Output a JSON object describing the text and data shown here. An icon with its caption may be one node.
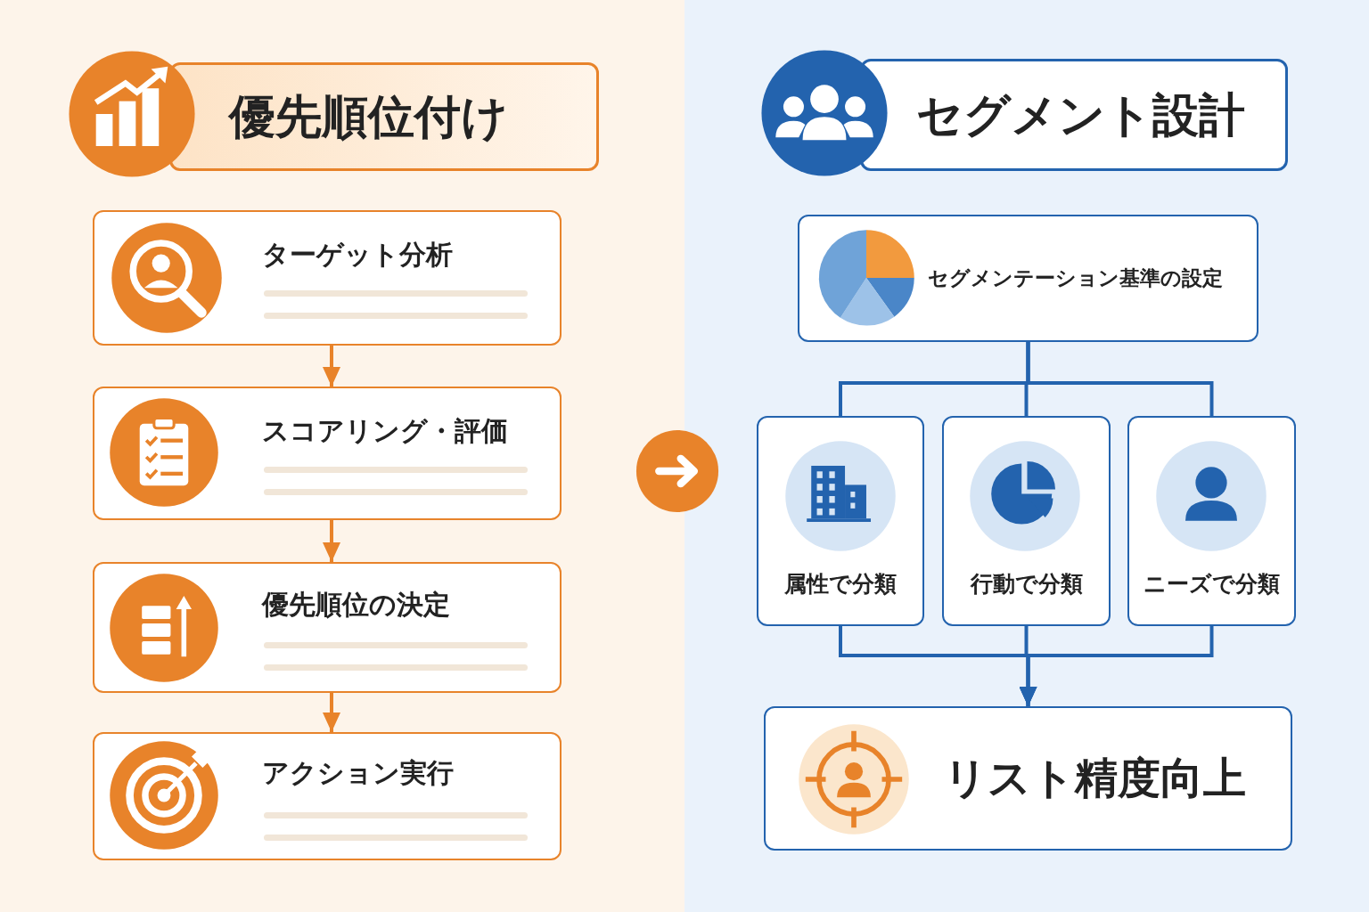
{
  "diagram": {
    "nodes": [
      {
        "text": [
          "優先順位付け"
        ]
      },
      {
        "text": [
          "ターゲット分析"
        ]
      },
      {
        "text": [
          "スコアリング・評価"
        ]
      },
      {
        "text": [
          "優先順位の決定"
        ]
      },
      {
        "text": [
          "アクション実行"
        ]
      },
      {
        "text": [
          "セグメント設計"
        ]
      },
      {
        "text": [
          "セグメンテーション基準の設定"
        ]
      },
      {
        "text": [
          "属性で分類"
        ]
      },
      {
        "text": [
          "行動で分類"
        ]
      },
      {
        "text": [
          "ニーズで分類"
        ]
      },
      {
        "text": [
          "リスト精度向上"
        ]
      }
    ],
    "edges": [
      {
        "from": 1,
        "to": 2,
        "arrow": "to",
        "color": "#e8832a"
      },
      {
        "from": 2,
        "to": 3,
        "arrow": "to",
        "color": "#e8832a"
      },
      {
        "from": 3,
        "to": 4,
        "arrow": "to",
        "color": "#e8832a"
      },
      {
        "from": 6,
        "to": 7,
        "arrow": "none"
      },
      {
        "from": 6,
        "to": 8,
        "arrow": "none"
      },
      {
        "from": 6,
        "to": 9,
        "arrow": "none"
      },
      {
        "from": 7,
        "to": 10,
        "arrow": "to"
      },
      {
        "from": 8,
        "to": 10,
        "arrow": "to"
      },
      {
        "from": 9,
        "to": 10,
        "arrow": "to"
      }
    ]
  }
}
